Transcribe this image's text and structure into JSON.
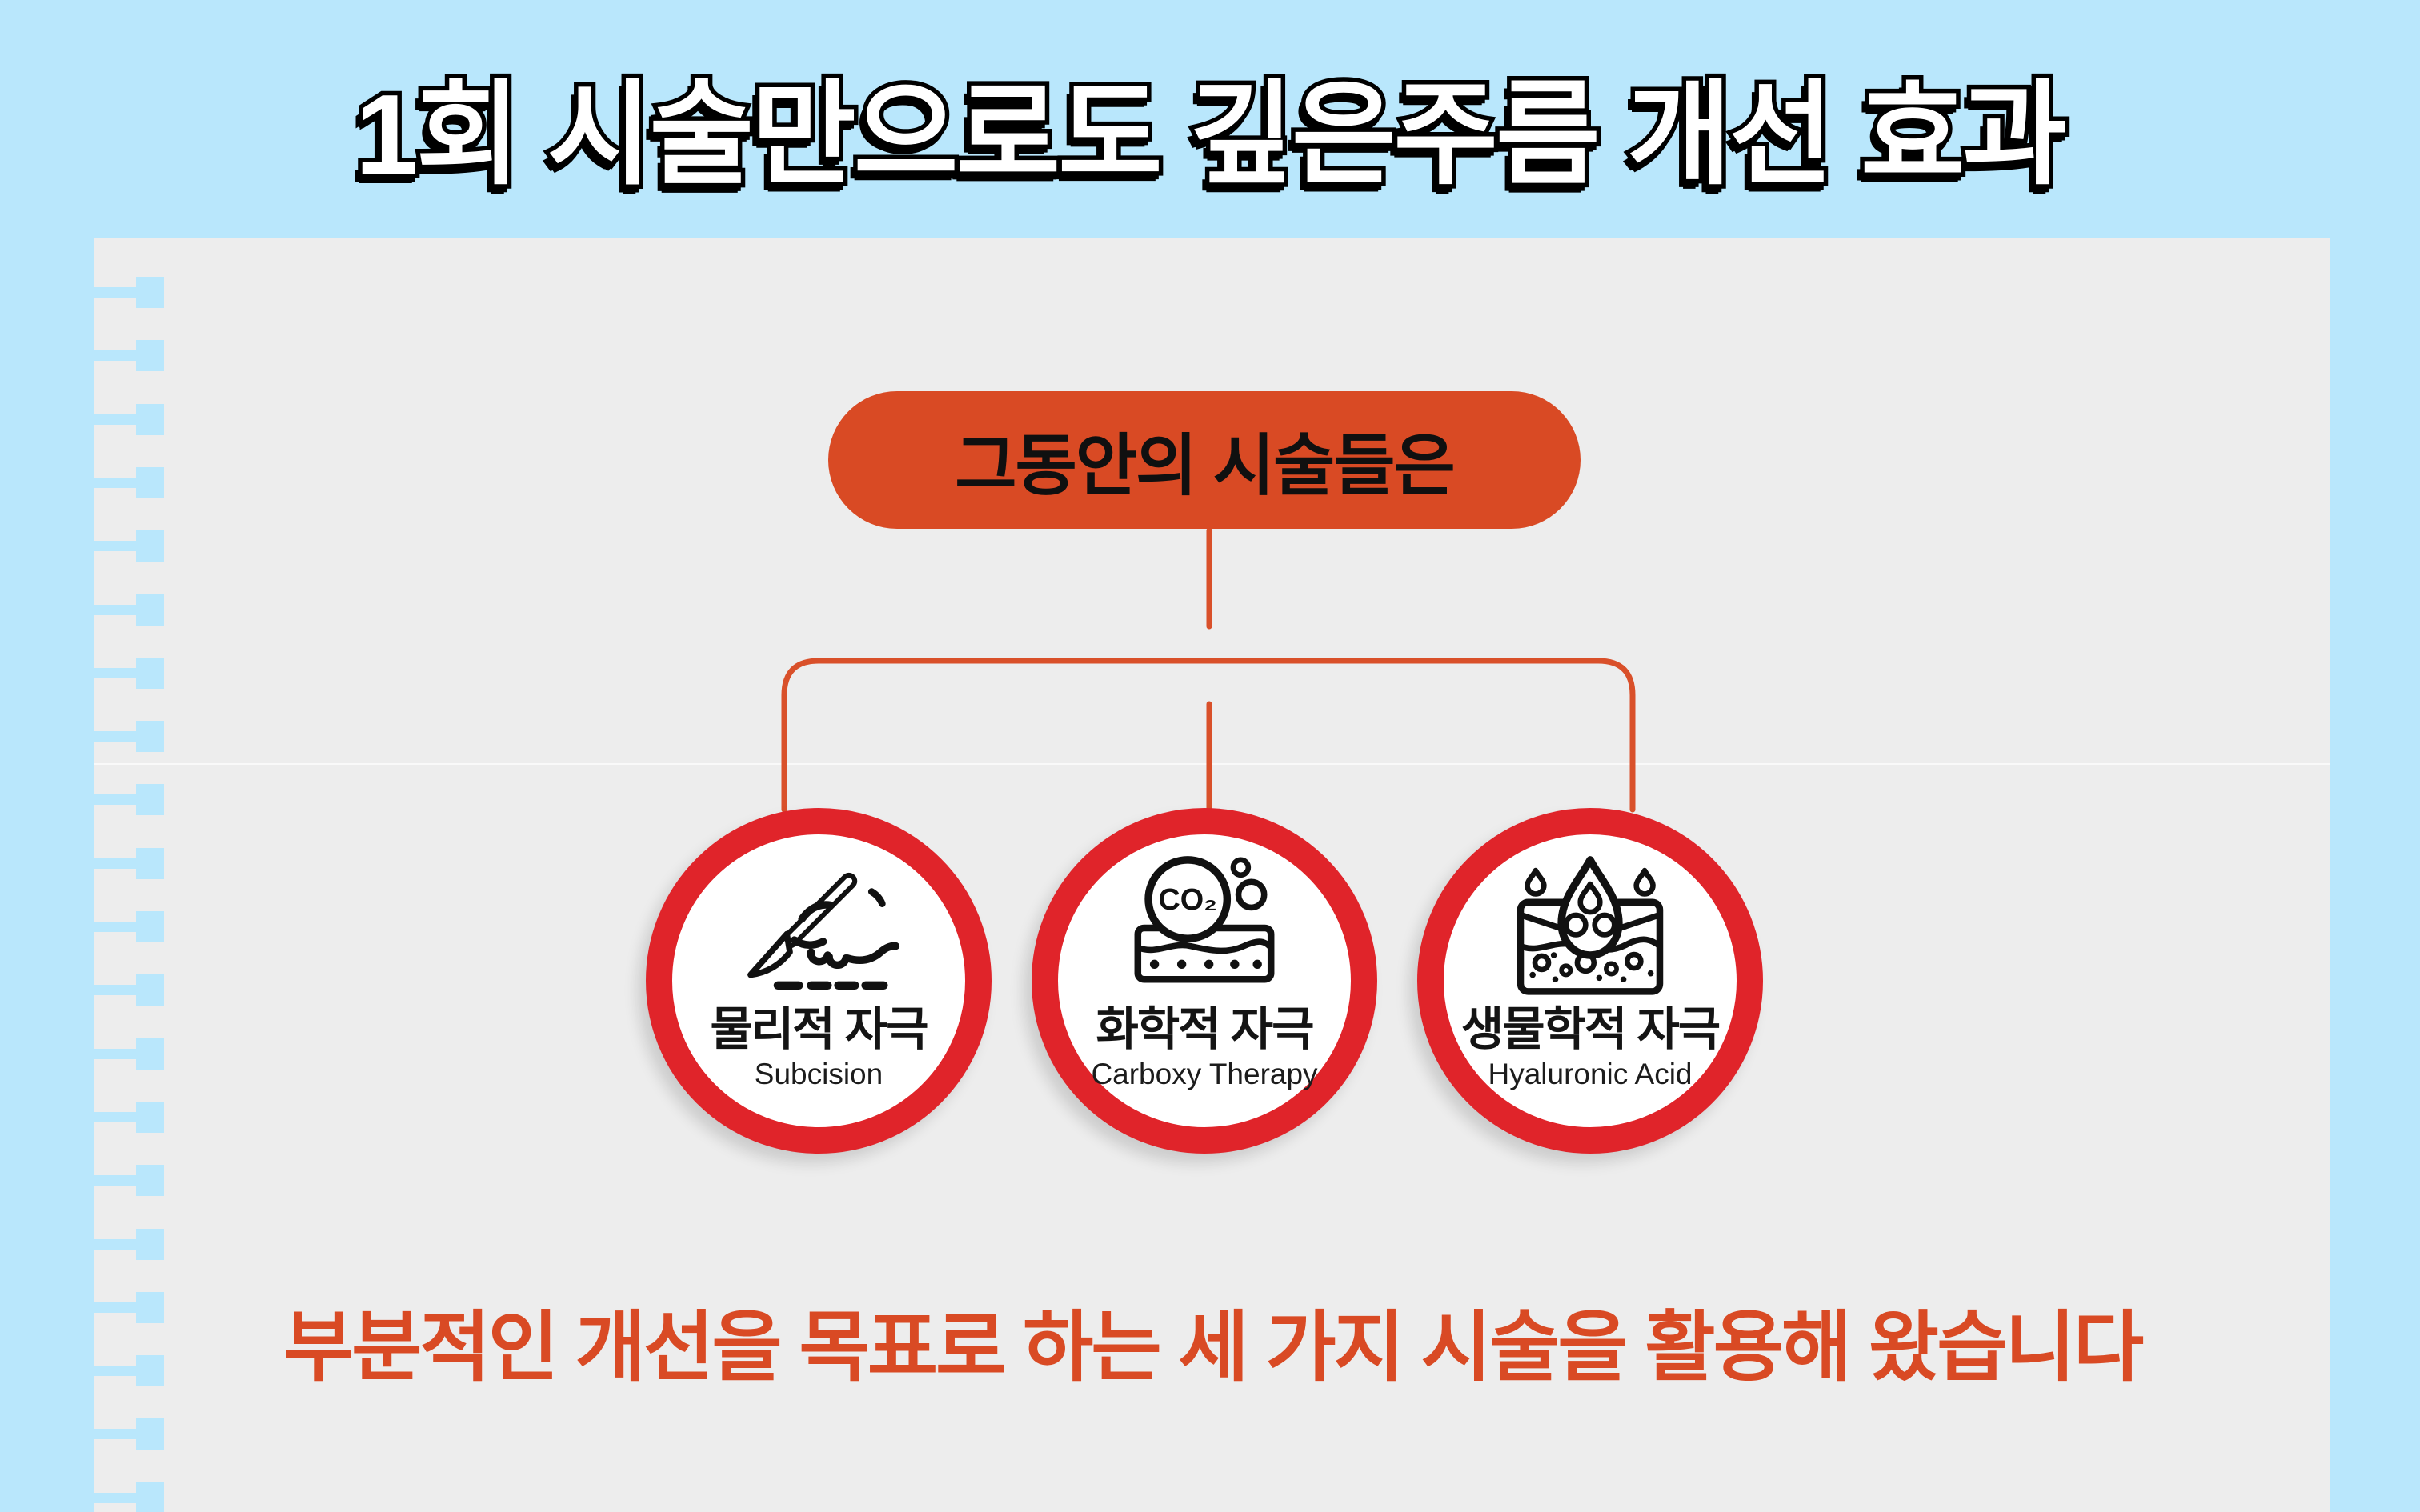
{
  "header": {
    "title": "1회 시술만으로도 깊은주름 개선 효과"
  },
  "colors": {
    "background": "#b9e7fc",
    "panel": "#ededed",
    "pill": "#d94a24",
    "connector": "#d9502a",
    "node_ring": "#e0242a",
    "caption": "#d94a24",
    "icon_stroke": "#111111"
  },
  "diagram": {
    "root_label": "그동안의 시술들은",
    "co2_label": "CO₂",
    "nodes": [
      {
        "korean": "물리적 자극",
        "english": "Subcision",
        "icon": "scalpel-hand-icon"
      },
      {
        "korean": "화학적 자극",
        "english": "Carboxy Therapy",
        "icon": "co2-skin-icon"
      },
      {
        "korean": "생물학적 자극",
        "english": "Hyaluronic Acid",
        "icon": "droplet-skin-icon"
      }
    ]
  },
  "caption": {
    "text": "부분적인 개선을 목표로 하는 세 가지 시술을 활용해 왔습니다"
  }
}
